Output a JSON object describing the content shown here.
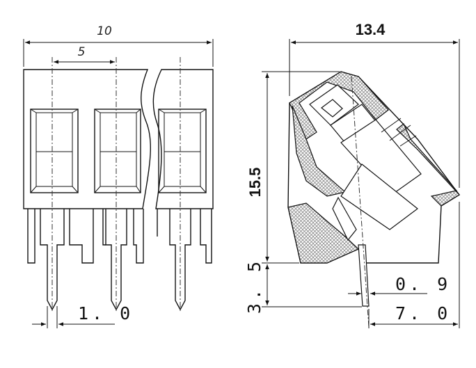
{
  "front_view": {
    "pitch_total_label": "10",
    "pitch_label": "5",
    "pin_width_label": "1. 0"
  },
  "side_view": {
    "width_label": "13.4",
    "height_label": "15.5",
    "pin_length_label": "3. 5",
    "pin_thickness_label": "0. 9",
    "pin_offset_label": "7. 0"
  },
  "colors": {
    "line": "#111111",
    "hatch": "#9a9a9a",
    "dash": "#333333"
  }
}
